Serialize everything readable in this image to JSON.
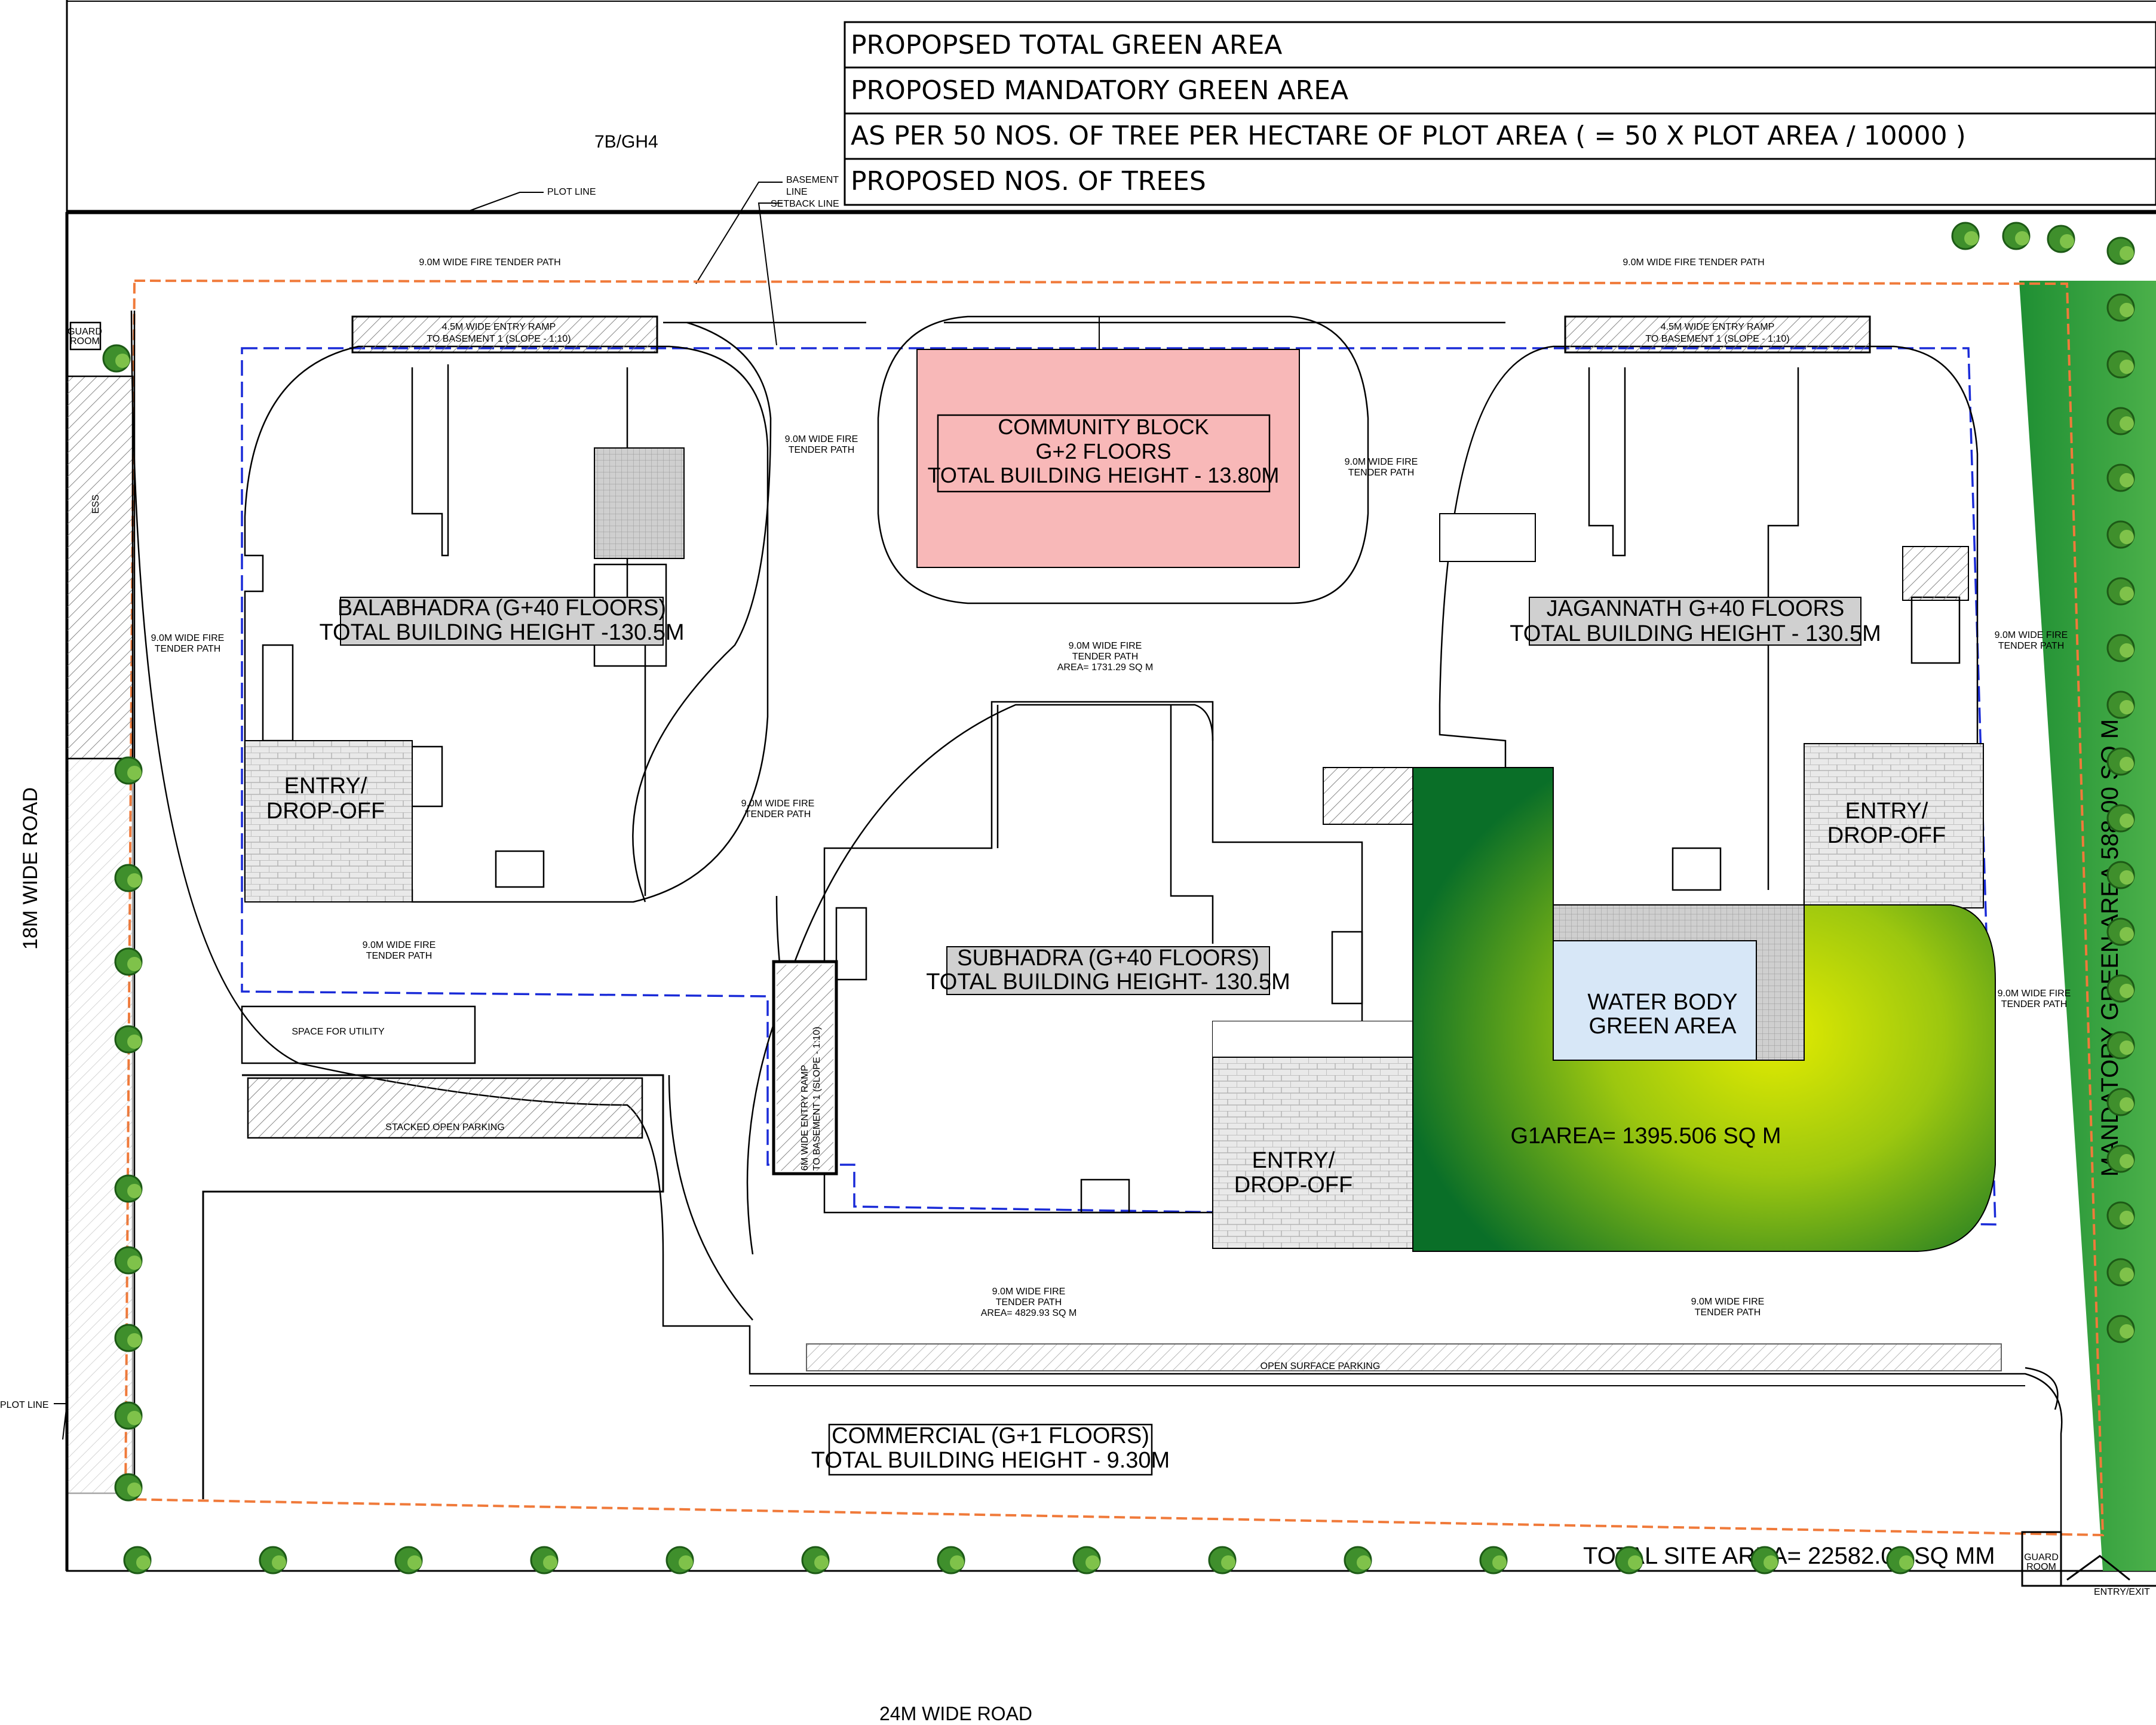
{
  "legend_table": {
    "rows": [
      "PROPOPSED TOTAL GREEN AREA",
      "PROPOSED MANDATORY GREEN AREA",
      "AS PER 50 NOS. OF TREE PER HECTARE OF PLOT AREA  ( = 50 X PLOT AREA / 10000 )",
      "PROPOSED NOS. OF TREES"
    ]
  },
  "plot_ref": "7B/GH4",
  "callouts": {
    "plot_line_top": "PLOT LINE",
    "plot_line_left": "PLOT LINE",
    "basement_line_1": "BASEMENT",
    "basement_line_2": "LINE",
    "setback_line": "SETBACK LINE"
  },
  "roads": {
    "left": "18M WIDE ROAD",
    "bottom": "24M WIDE ROAD"
  },
  "fire_paths": {
    "line1": "9.0M WIDE FIRE",
    "line2": "TENDER PATH",
    "single": "9.0M WIDE FIRE TENDER PATH",
    "area_center": "AREA= 1731.29 SQ M",
    "area_bottom": "AREA= 4829.93 SQ M"
  },
  "ramps": {
    "left": "4.5M WIDE ENTRY RAMP",
    "left_sub": "TO BASEMENT 1 (SLOPE - 1:10)",
    "right": "4.5M WIDE ENTRY RAMP",
    "right_sub": "TO BASEMENT 1 (SLOPE - 1:10)",
    "middle": "6M WIDE ENTRY RAMP",
    "middle_sub": "TO BASEMENT 1 (SLOPE - 1:10)"
  },
  "guard_room": {
    "line1": "GUARD",
    "line2": "ROOM"
  },
  "ess": "ESS",
  "community": {
    "line1": "COMMUNITY BLOCK",
    "line2": "G+2 FLOORS",
    "line3": "TOTAL BUILDING HEIGHT - 13.80M"
  },
  "balabhadra": {
    "line1": "BALABHADRA (G+40 FLOORS)",
    "line2": "TOTAL BUILDING HEIGHT -130.5M"
  },
  "jagannath": {
    "line1": "JAGANNATH G+40 FLOORS",
    "line2": "TOTAL BUILDING HEIGHT - 130.5M"
  },
  "subhadra": {
    "line1": "SUBHADRA (G+40 FLOORS)",
    "line2": "TOTAL BUILDING HEIGHT- 130.5M"
  },
  "entry_dropoff": {
    "line1": "ENTRY/",
    "line2": "DROP-OFF"
  },
  "water_body": {
    "line1": "WATER BODY",
    "line2": "GREEN AREA"
  },
  "g1_area": "G1AREA= 1395.506 SQ M",
  "mandatory_green": "MANDATORY GREEN AREA 588.00 SQ M",
  "utility": "SPACE FOR UTILITY",
  "stacked_parking": "STACKED OPEN PARKING",
  "surface_parking": "OPEN SURFACE PARKING",
  "commercial": {
    "line1": "COMMERCIAL (G+1 FLOORS)",
    "line2": "TOTAL BUILDING HEIGHT - 9.30M"
  },
  "total_site_area": "TOTAL SITE AREA= 22582.00 SQ MM",
  "entry_exit": "ENTRY/EXIT",
  "colors": {
    "community_fill": "#f8b8b8",
    "green_dark": "#0a7a2a",
    "green_light": "#d8e600",
    "water": "#d7e7f7",
    "setback_orange": "#f07a3a",
    "basement_blue": "#1a2bd8",
    "label_grey": "#d0d0d0"
  }
}
